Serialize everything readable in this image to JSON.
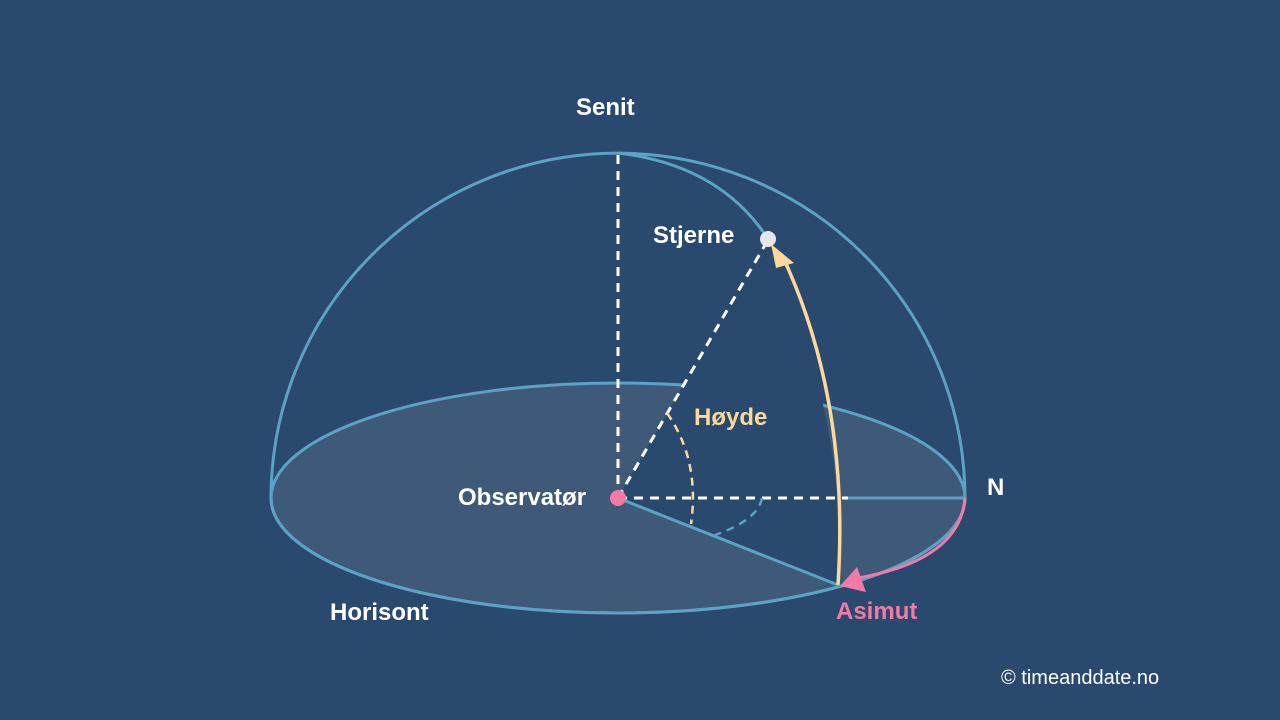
{
  "labels": {
    "zenith": "Senit",
    "star": "Stjerne",
    "altitude": "Høyde",
    "observer": "Observatør",
    "north": "N",
    "horizon": "Horisont",
    "azimuth": "Asimut"
  },
  "credit": "© timeanddate.no",
  "colors": {
    "background": "#2a496e",
    "dome_line": "#5ba3c4",
    "horizon_fill": "#3e5a78",
    "altitude": "#fcd89a",
    "azimuth": "#f27aa6",
    "dashed": "#ffffff",
    "star": "#e6e6ea"
  }
}
